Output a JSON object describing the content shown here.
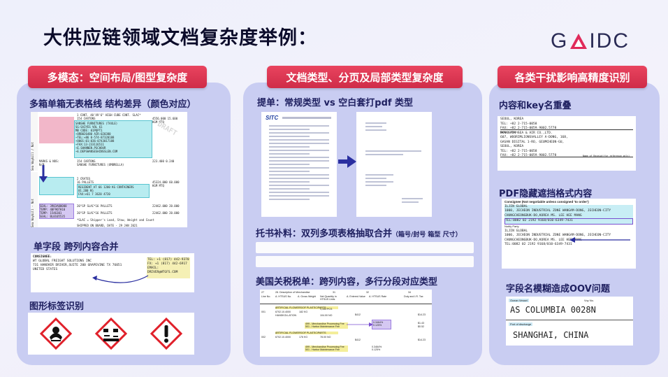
{
  "title": "大供应链领域文档复杂度举例：",
  "logo": {
    "left": "G",
    "right": "IDC"
  },
  "sections": [
    {
      "title": "多模态：空间布局/图型复杂度",
      "labels": [
        "多箱单箱无表格线 结构差异（颜色对应）",
        "单字段 跨列内容合并",
        "图形标签识别"
      ]
    },
    {
      "title": "文档类型、分页及局部类型复杂度",
      "labels": [
        "提单：常规类型 vs 空白套打pdf 类型",
        "托书补料：双列多项表格抽取合并",
        "（箱号/封号 箱型 尺寸）",
        "美国关税税单：跨列内容，多行分段对应类型"
      ]
    },
    {
      "title": "各类干扰影响高精度识别",
      "labels": [
        "内容和key名重叠",
        "PDF隐藏遮挡格式内容",
        "字段名模糊造成OOV问题"
      ]
    }
  ],
  "docs": {
    "packing": {
      "row1": "1 CONT. 40'X9'6\" HIGH CUBE CONT. SLAC*",
      "row1b": "154 CARTONS",
      "row1c": "4556.000   15.600",
      "row1d": "KGM        MTQ",
      "row2a": "SANSHE FURNITURES (TAXLE)",
      "row2b": "SG:SAIYES VOL 61",
      "row2c": "MB CODE: 01PQPT1",
      "row2d": "~ORB026480 AIR:020380",
      "row2e": "~TEL:+86 0-574-87320188",
      "row2f": "~O001:01:036-0743017188",
      "row2g": "~FAX:13-233116511",
      "row2h": "~E.SHANNEN.PSCHOUR",
      "row2i": "~E.DEPSHANSESHINSSLEN.COM",
      "marks": "MARKS & NOS:",
      "marks2": "N/M",
      "cartons": "154 CARTONS",
      "sanshe": "SANSHE FURNITURES (UMBRELLA)",
      "weight1": "223.400   0.240",
      "draft": "DRAFT",
      "crates": "2 CRATES",
      "pallets": "16 PALLETS",
      "weight2": "45324.000   60.000",
      "kgm": "KGM        MTQ",
      "r3a": "RESIDENT AT 66 1200 KG CONTAINERS",
      "r3b": "01.200 KG",
      "r3c": "FAX:+61 7 3620 4720",
      "r3d": "TEL:+61 7 3620 4700",
      "l1": "SEAL: 3903A00000",
      "l2": "TEMP: 40F96TH10",
      "l3": "TEMP: 1546301",
      "l4": "SEAL: BL0105535",
      "m1": "20\"GP SLAC*16 PALLETS",
      "m2": "20\"GP SLAC*16 PALLETS",
      "w3": "22462.000   20.000",
      "w4": "22462.000   20.000",
      "slac": "*SLAC = Shipper's Load, Stow, Weight and Count",
      "foot": "SHIPPED ON BOARD, DATE - 29 JAN 2021",
      "side1": "Sea Waybill / Not",
      "side2": "Sea Waybill - Not"
    },
    "consignee": {
      "label": "CONSIGNEE:",
      "name": "WT GLOBAL FREIGHT SOLUTIONS INC",
      "addr": "731 HANOVER DRIVER,SUITE 200 GRAPEVINE TX 76051 UNITED STATES",
      "tel": "TEL: +1 (817) 442-9370",
      "fax": "FX: +1 (817) 442-6917",
      "email": "EMAIL:",
      "email2": "DRIVER@WTGFS.COM"
    },
    "bl": {
      "brand": "SITC"
    },
    "customs": {
      "cols": [
        "27",
        "28. Description of Merchandise",
        "29",
        "30",
        "31",
        "32",
        "33",
        "34"
      ],
      "sub": [
        "Line No.",
        "A. HTSUS No.",
        "A. Gross Weight",
        "Net Quantity in HTSUS Units",
        "A. Entered Value",
        "A. HTSUS Rate",
        "Duty and I.R. Tax"
      ],
      "r1": "ARTIFICIAL FLOWERS/OF PLASTIC/PARTS",
      "r1b": "6702.10.4000",
      "r1c": "182 KG",
      "r1d": "1,153 PCS",
      "r1e": "$412",
      "r1f": "$14.23",
      "r2": "HANDKOLLATION",
      "r2b": "104.00 NO",
      "r3": "499 - Merchandise Processing Fee",
      "r3b": "501 - Harbor Maintenance Fee",
      "r3c": "0.3464%",
      "r3d": "0.125%",
      "r3e": "$1.43",
      "r3f": "$0.52",
      "r4": "ARTIFICIAL FLOWERS/OF PLASTIC/PARTS",
      "r4b": "6702.10.4000",
      "r4c": "176 KG",
      "r4d": "78.00 NO",
      "r4e": "$412",
      "r4f": "$14.23",
      "line1": "001",
      "line2": "002"
    },
    "overlap": {
      "l1": "SEOUL, KOREA",
      "l2": "TEL: +82 2-715-0058",
      "l3": "FAX: +82 2-715-0059.9002.5778",
      "l4": "Notify Party",
      "l5": "DONGSHIN SEA & AIR CO.,LTD.",
      "l6": "607, WOORIMLIONSVALLEY A-DONG, 168,",
      "l7": "GASAN DIGITAL 1-RO, GEUMCHEON-GU,",
      "l8": "SEOUL, KOREA",
      "l9": "TEL: +82 2-715-0058",
      "l10": "FAX: +82 2-715-0059.9002.5778",
      "l10b": "Name of Receipt(for reference only)"
    },
    "hidden": {
      "h1": "Consignee (Not negotiable unless consigned 'to order')",
      "h2": "ILJIN GLOBAL",
      "h3": "1000, JECHEON INDUSTRIAL ZONE WANGAM-DONG, JECHEON-CITY",
      "h4": "CHUNGCHEONGBUK-DO,KOREA MS. LEE  HEE MANG",
      "h5": "TEL:0082 02 2192 9168/010-6349-7431",
      "h6": "Notify Party",
      "h7": "ILJIN GLOBAL",
      "h8": "1000, JECHEON INDUSTRIAL ZONE WANGAM-DONG, JECHEON-CITY",
      "h9": "CHUNGCHEONGBUK-DO,KOREA MS. LEE  HEE MANG",
      "h10": "TEL:0082 02 2192 9168/010-6349-7431"
    },
    "oov": {
      "k1": "Ocean Vessel",
      "k2": "Voy No.",
      "v1": "AS COLUMBIA 0028N",
      "k3": "Port of discharge",
      "v2": "SHANGHAI, CHINA"
    }
  },
  "colors": {
    "accent": "#d6304c",
    "panel": "#c9cdf2",
    "logo_tri": "#e02a5a"
  },
  "icons": [
    "exclamation-mark-pictogram",
    "corrosive-pictogram",
    "exclamation-mark-pictogram"
  ]
}
